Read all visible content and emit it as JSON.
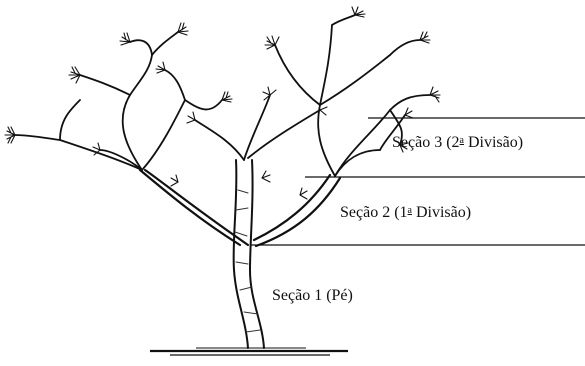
{
  "diagram": {
    "sections": [
      {
        "prefix": "Seção 3 (2",
        "ordinal": "a",
        "suffix": " Divisão)"
      },
      {
        "prefix": "Seção 2 (1",
        "ordinal": "a",
        "suffix": " Divisão)"
      },
      {
        "text": "Seção 1 (Pé)"
      }
    ],
    "colors": {
      "ink": "#111111",
      "background": "#ffffff"
    }
  }
}
